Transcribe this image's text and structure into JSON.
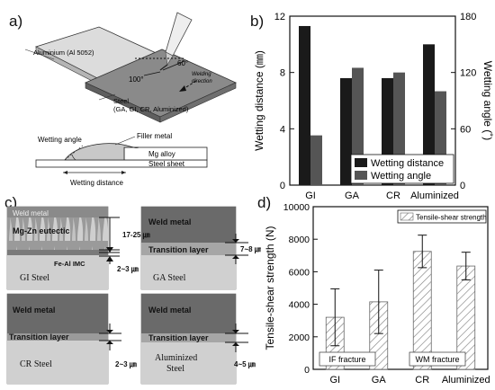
{
  "panels": {
    "a": {
      "label": "a)",
      "aluminium": "Aluminium (Al 5052)",
      "angle_100": "100°",
      "angle_60": "60°",
      "welding_direction_1": "Welding",
      "welding_direction_2": "direction",
      "steel_1": "Steel",
      "steel_2": "(GA, GI, CR, Aluminized)",
      "wetting_angle": "Wetting angle",
      "filler_metal": "Filler metal",
      "mg_alloy": "Mg alloy",
      "steel_sheet": "Steel sheet",
      "wetting_distance": "Wetting distance"
    },
    "b": {
      "label": "b)"
    },
    "c": {
      "label": "c)",
      "gi": {
        "weld": "Weld metal",
        "eutectic": "Mg-Zn eutectic",
        "imc": "Fe-Al IMC",
        "steel": "GI  Steel",
        "dim1": "17-25 ㎛",
        "dim2": "2~3 ㎛"
      },
      "ga": {
        "weld": "Weld metal",
        "transition": "Transition layer",
        "steel": "GA Steel",
        "dim": "7~8 ㎛"
      },
      "cr": {
        "weld": "Weld metal",
        "transition": "Transition layer",
        "steel": "CR  Steel",
        "dim": "2~3 ㎛"
      },
      "al": {
        "weld": "Weld metal",
        "transition": "Transition layer",
        "steel1": "Aluminized",
        "steel2": "Steel",
        "dim": "4~5 ㎛"
      }
    },
    "d": {
      "label": "d)"
    }
  },
  "chart_data": [
    {
      "type": "bar",
      "categories": [
        "GI",
        "GA",
        "CR",
        "Aluminized"
      ],
      "series": [
        {
          "name": "Wetting distance",
          "axis": "left",
          "values": [
            11.3,
            7.6,
            7.6,
            10.0
          ],
          "color": "#1a1a1a"
        },
        {
          "name": "Wetting angle",
          "axis": "right",
          "values": [
            53,
            125,
            120,
            100
          ],
          "color": "#555555"
        }
      ],
      "ylabel": "Wetting distance (㎜)",
      "ylabel_right": "Wetting angle (˚)",
      "ylim": [
        0,
        12
      ],
      "yticks": [
        0,
        4,
        8,
        12
      ],
      "ylim_right": [
        0,
        180
      ],
      "yticks_right": [
        0,
        60,
        120,
        180
      ],
      "legend": "bottom-right"
    },
    {
      "type": "bar",
      "categories": [
        "GI",
        "GA",
        "CR",
        "Aluminized"
      ],
      "series": [
        {
          "name": "Tensile-shear strength",
          "values": [
            3200,
            4150,
            7250,
            6350
          ],
          "error": [
            1750,
            1950,
            1000,
            850
          ]
        }
      ],
      "ylabel": "Tensile-shear strength (N)",
      "ylim": [
        0,
        10000
      ],
      "yticks": [
        0,
        2000,
        4000,
        6000,
        8000,
        10000
      ],
      "annotations": [
        "IF fracture",
        "WM fracture"
      ],
      "legend": "top-right"
    }
  ]
}
